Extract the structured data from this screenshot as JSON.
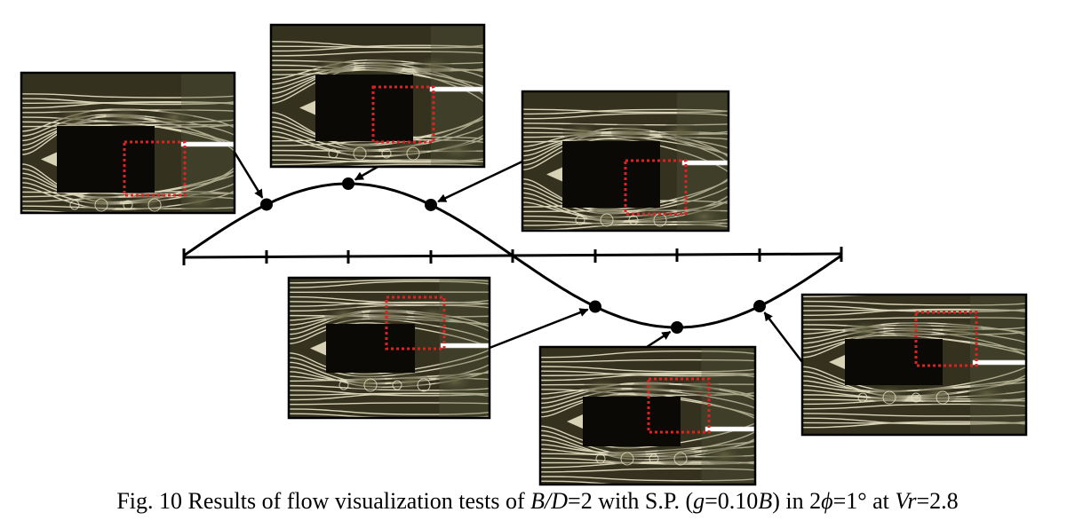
{
  "caption": {
    "fig_label": "Fig. 10 Results of flow visualization tests of ",
    "bd_var": "B/D",
    "bd_eq": "=2 with S.P. (",
    "g_var": "g",
    "g_eq": "=0.10",
    "b_var": "B",
    "in_text": ") in 2",
    "phi_var": "ϕ",
    "phi_eq": "=1° at ",
    "vr_var": "Vr",
    "vr_eq": "=2.8"
  },
  "colors": {
    "frame": "#000000",
    "flow_bg": "#34321f",
    "streak": "#e9e3c6",
    "body": "#0a0906",
    "highlight_box": "#dd2222",
    "plate": "#ffffff"
  },
  "panels": [
    {
      "id": "phase-1",
      "point_index": 1
    },
    {
      "id": "phase-2",
      "point_index": 2
    },
    {
      "id": "phase-3",
      "point_index": 3
    },
    {
      "id": "phase-4",
      "point_index": 5
    },
    {
      "id": "phase-5",
      "point_index": 6
    },
    {
      "id": "phase-6",
      "point_index": 7
    }
  ]
}
